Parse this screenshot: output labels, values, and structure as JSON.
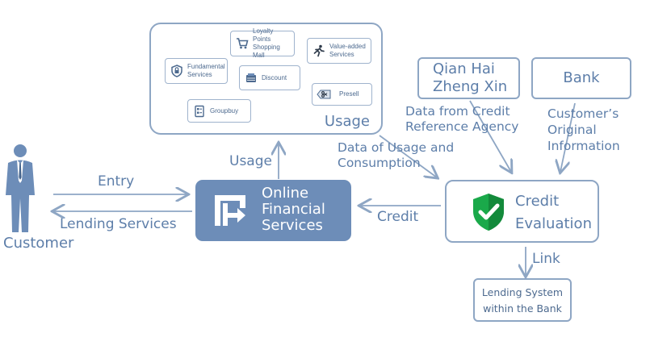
{
  "usage_box": {
    "title": "Usage",
    "services": {
      "fundamental": "Fundamental Services",
      "loyalty": "Loyalty Points Shopping Mall",
      "value_added": "Value-added Services",
      "discount": "Discount",
      "presell": "Presell",
      "groupbuy": "Groupbuy"
    }
  },
  "customer": {
    "label": "Customer"
  },
  "online_financial_services": {
    "label": "Online Financial Services"
  },
  "credit_evaluation": {
    "label": "Credit Evaluation"
  },
  "qian_hai": {
    "label": "Qian Hai Zheng Xin"
  },
  "bank": {
    "label": "Bank"
  },
  "lending_system": {
    "label": "Lending System within the Bank"
  },
  "edges": {
    "entry": "Entry",
    "lending_services": "Lending Services",
    "usage": "Usage",
    "credit": "Credit",
    "data_of_usage": "Data of Usage and Consumption",
    "data_from_credit": "Data from Credit Reference Agency",
    "customers_original": "Customer’s Original Information",
    "link": "Link"
  },
  "colors": {
    "stroke": "#8ea6c4",
    "text": "#5d7ea9",
    "ofs_fill": "#6d8db8",
    "shield_green": "#1aa94a"
  }
}
